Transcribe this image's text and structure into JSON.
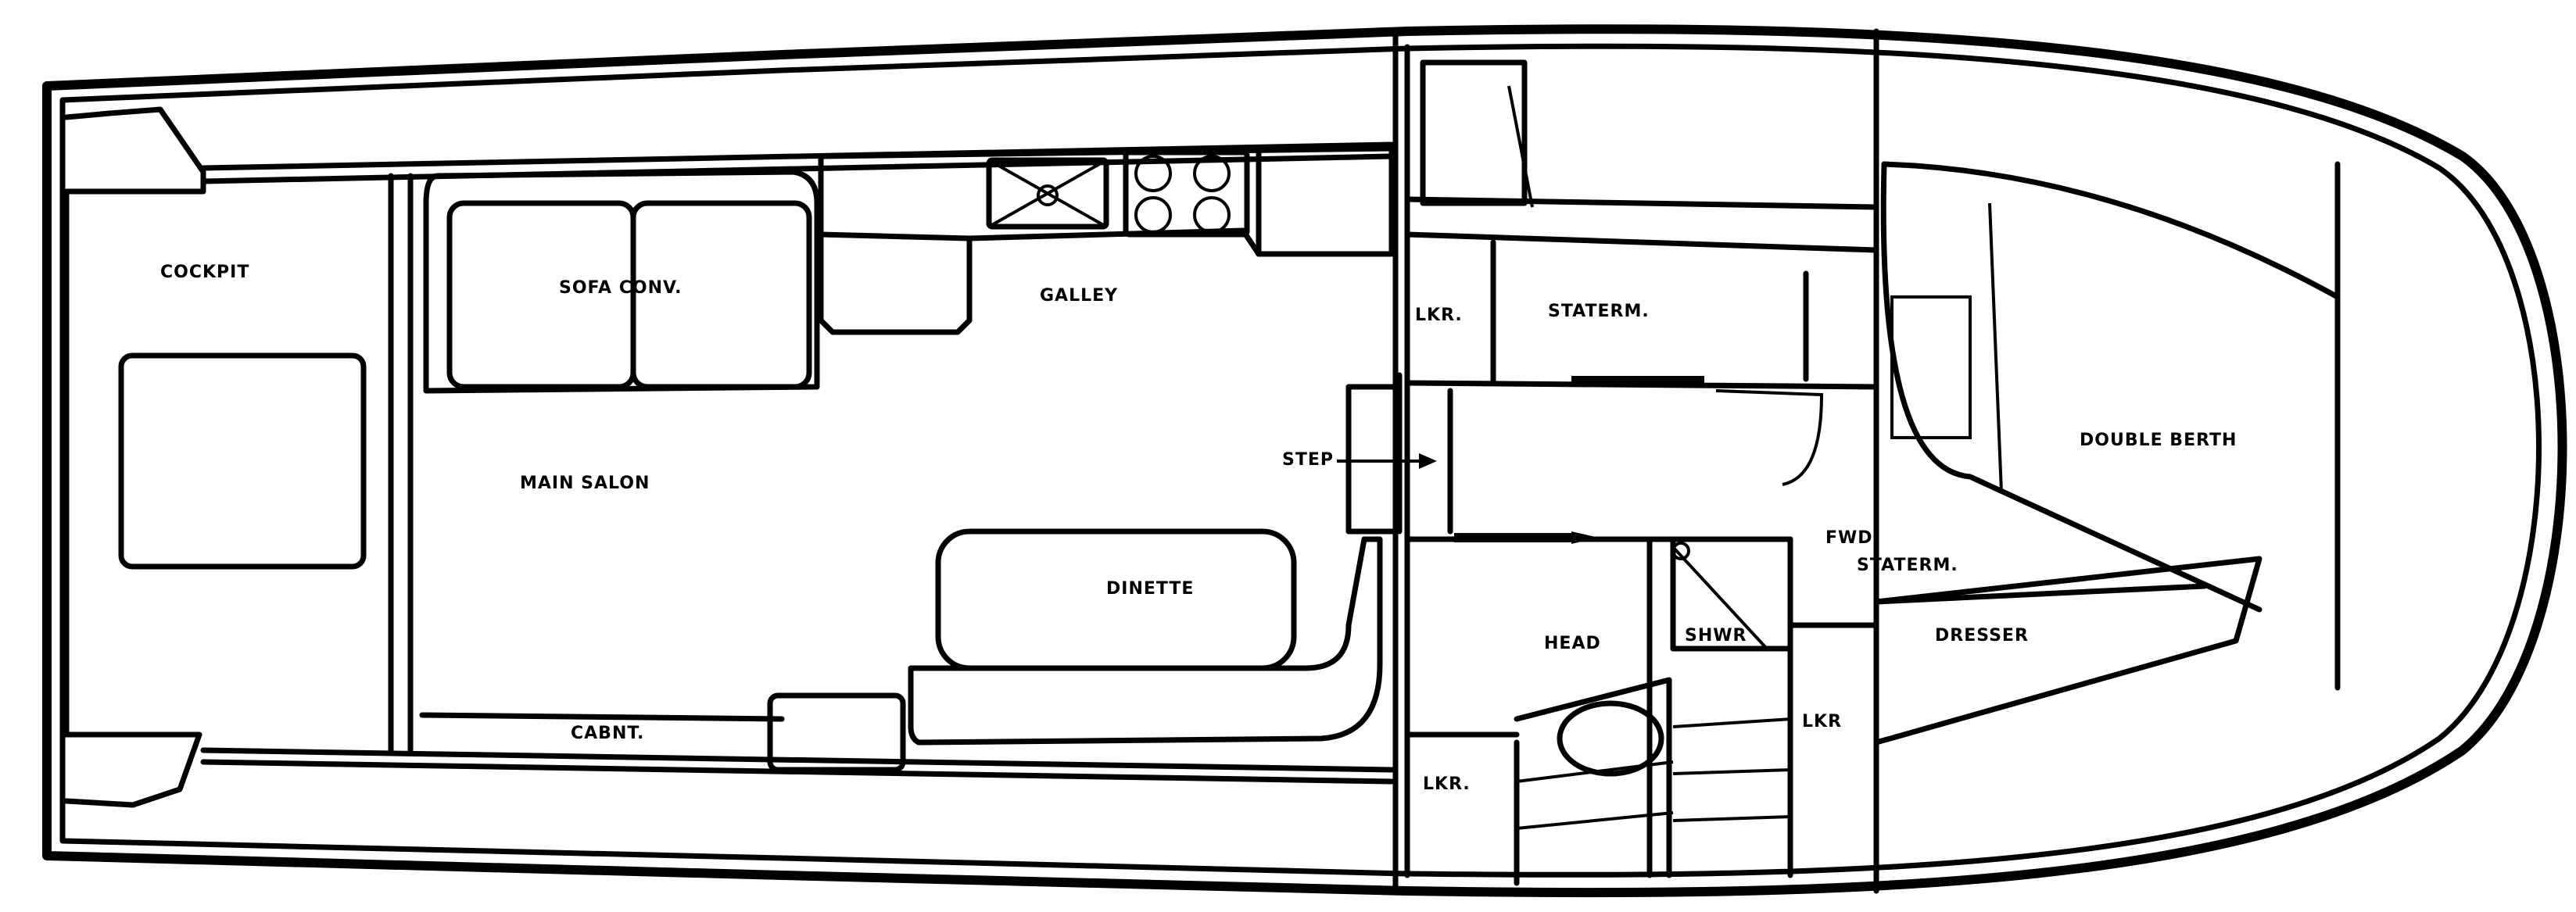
{
  "labels": {
    "cockpit": "COCKPIT",
    "sofa_conv": "SOFA CONV.",
    "galley": "GALLEY",
    "main_salon": "MAIN SALON",
    "step": "STEP",
    "dinette": "DINETTE",
    "cabinet": "CABNT.",
    "lkr_aft_stateroom": "LKR.",
    "stateroom": "STATERM.",
    "head": "HEAD",
    "shower": "SHWR",
    "lkr_lower": "LKR.",
    "lkr_fwd": "LKR",
    "fwd_stateroom_line1": "FWD.",
    "fwd_stateroom_line2": "STATERM.",
    "dresser": "DRESSER",
    "double_berth": "DOUBLE BERTH"
  }
}
